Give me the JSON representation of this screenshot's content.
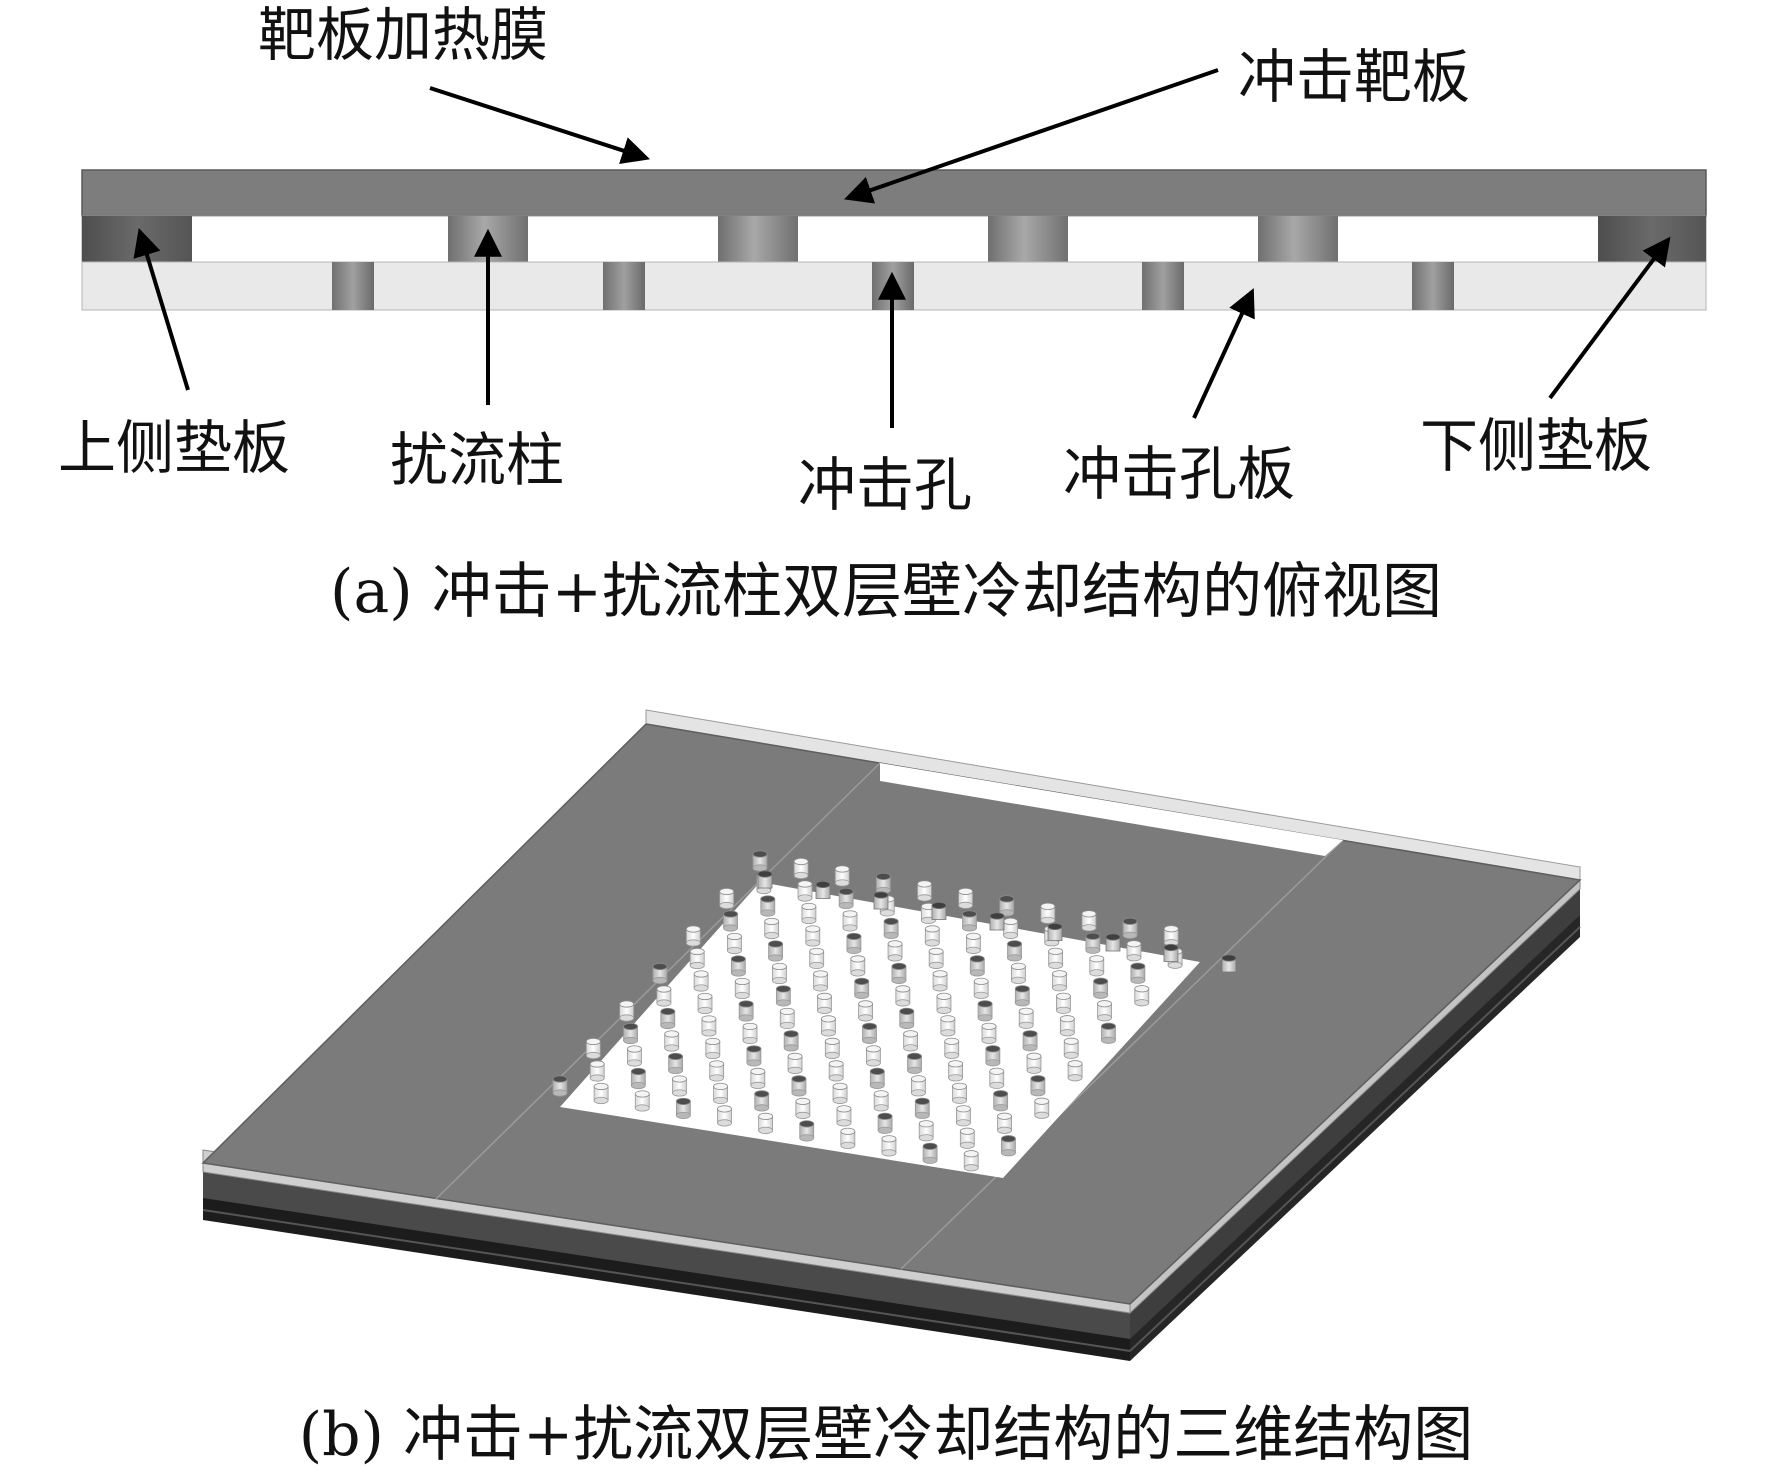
{
  "figure_a": {
    "labels": {
      "film": "靶板加热膜",
      "target_plate": "冲击靶板",
      "upper_pad": "上侧垫板",
      "pin_fin": "扰流柱",
      "impingement_hole": "冲击孔",
      "impingement_plate": "冲击孔板",
      "lower_pad": "下侧垫板"
    },
    "caption": "(a) 冲击+扰流柱双层壁冷却结构的俯视图"
  },
  "figure_b": {
    "caption": "(b) 冲击+扰流双层壁冷却结构的三维结构图"
  },
  "colors": {
    "target_plate": "#7d7d7d",
    "pad_dark": "#5e5e5e",
    "pin_fin": "#8c8c8c",
    "hole_plate": "#e8e8e8",
    "plate_top": "#7a7a7a",
    "window": "#ffffff",
    "base_dark": "#1a1a1a"
  }
}
